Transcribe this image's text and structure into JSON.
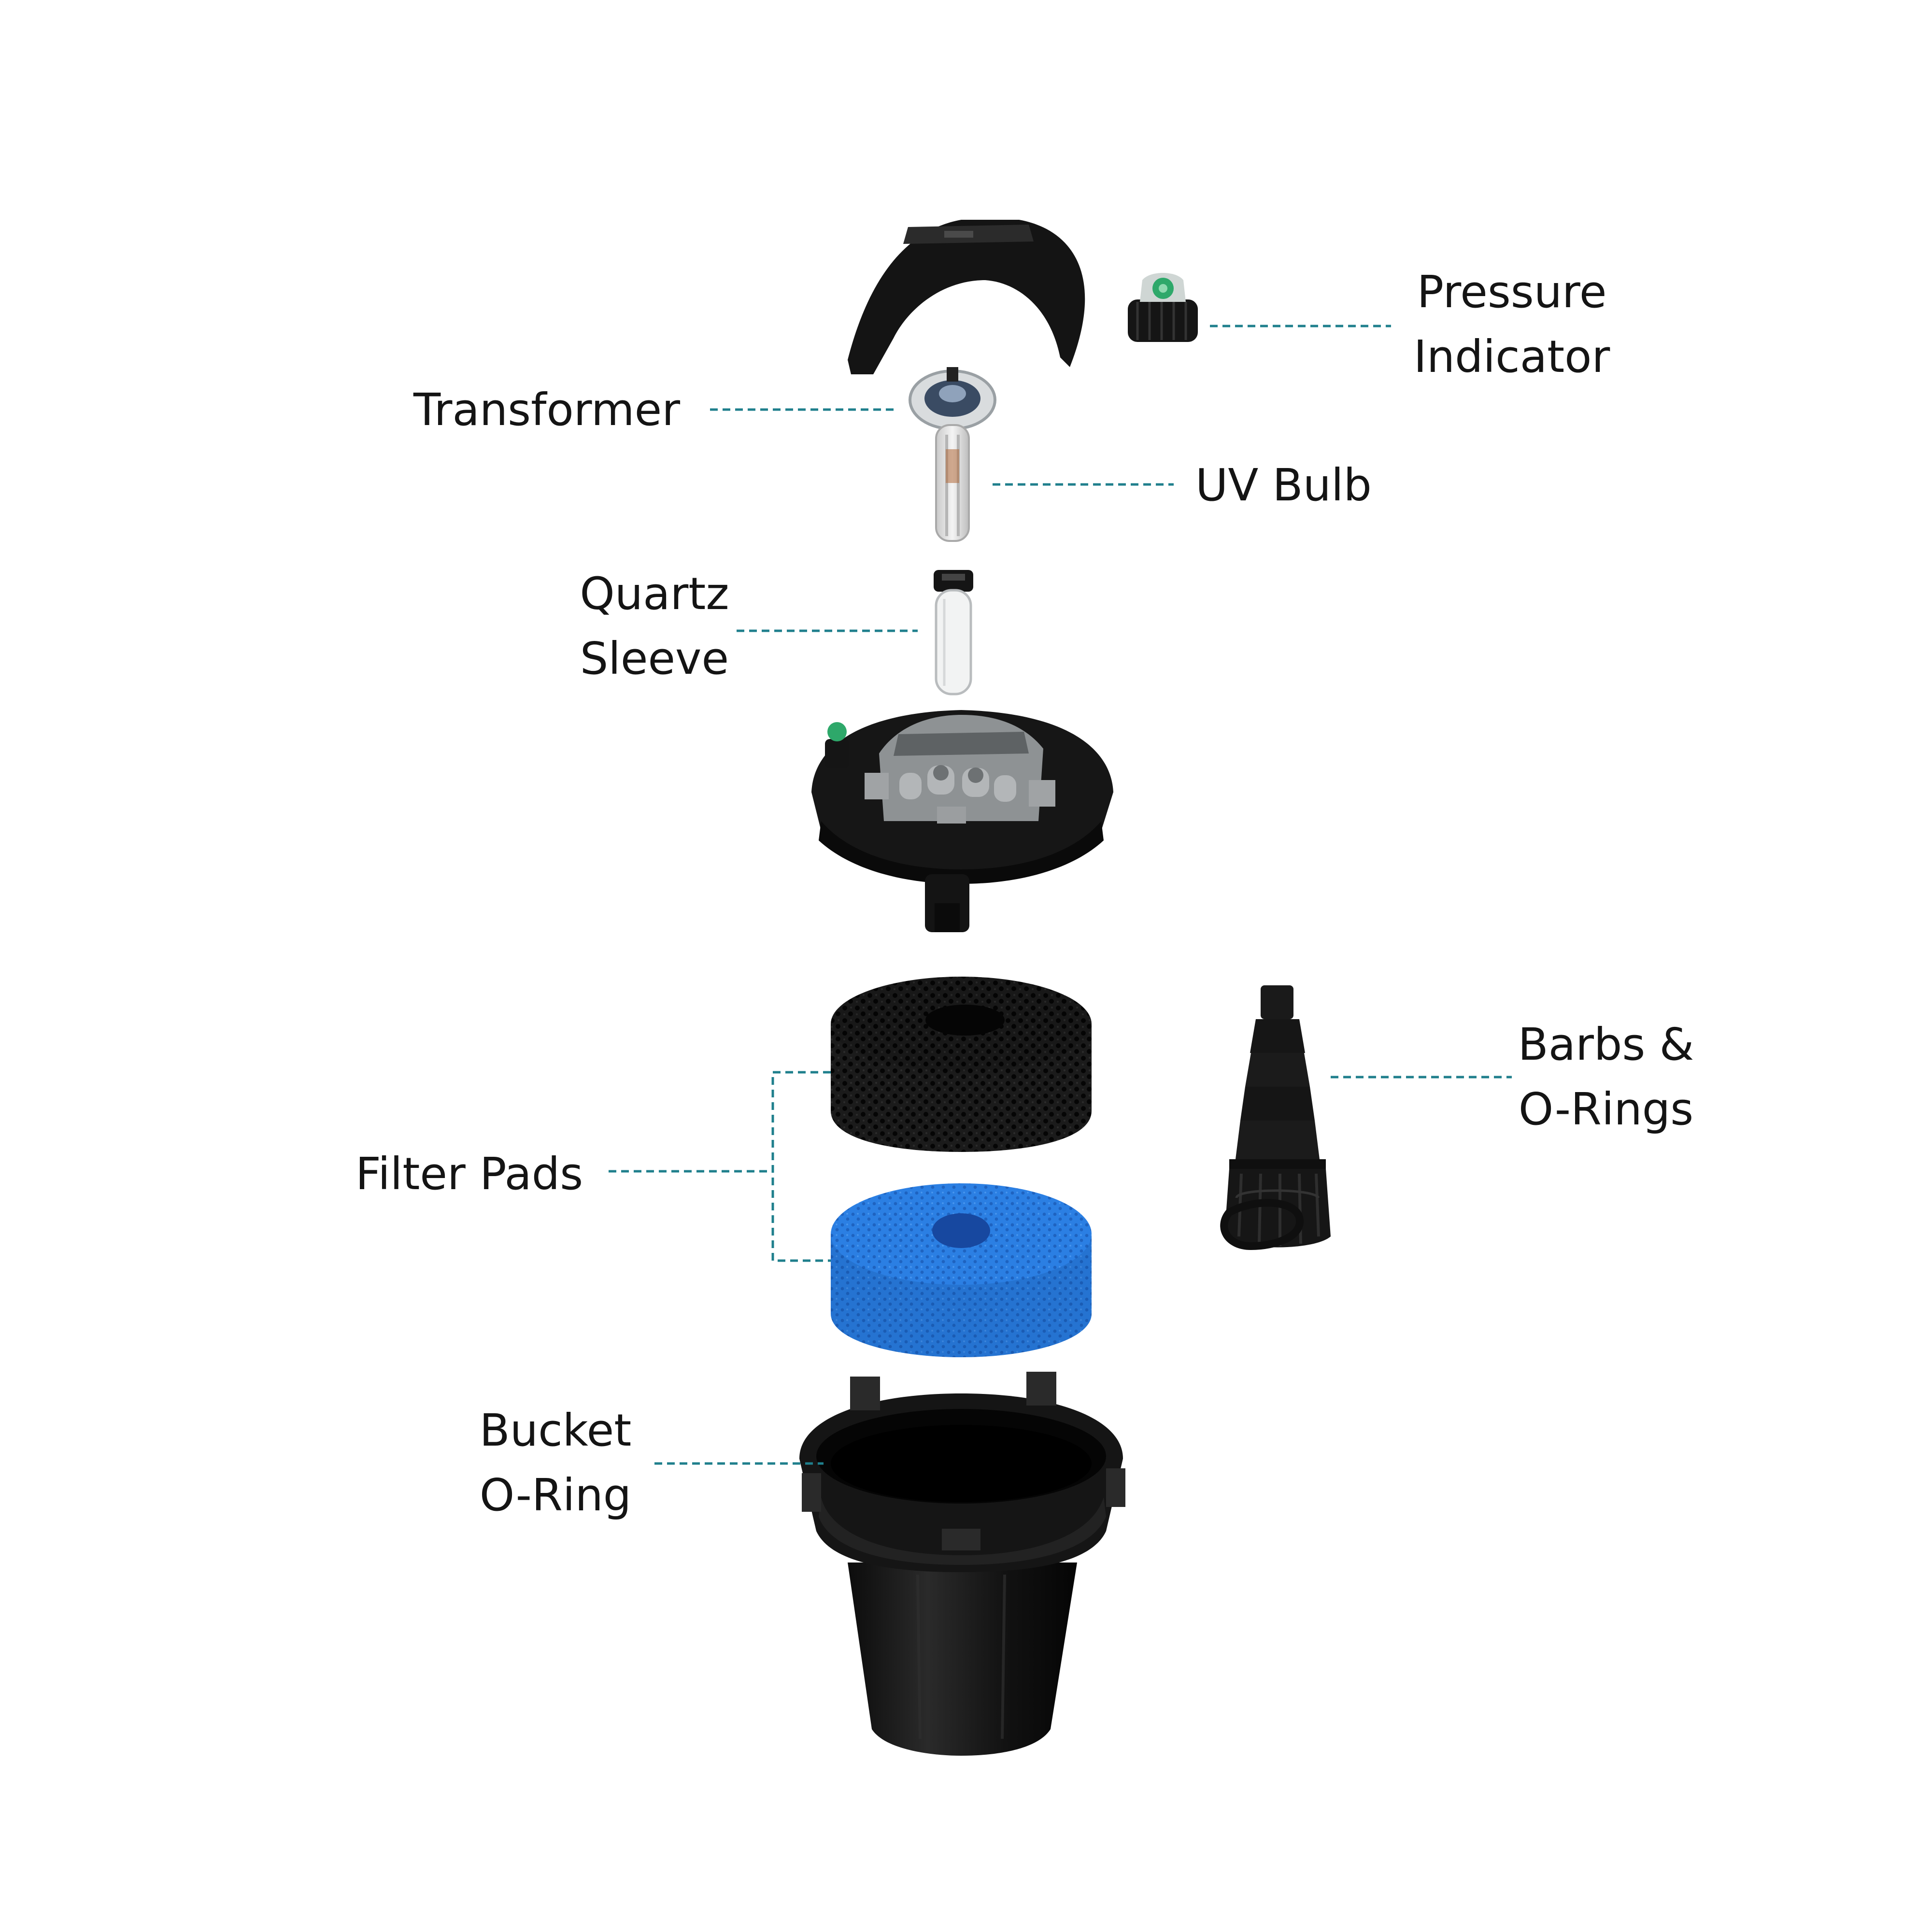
{
  "labels": {
    "pressure_indicator": [
      "Pressure",
      "Indicator"
    ],
    "transformer": "Transformer",
    "uv_bulb": "UV Bulb",
    "quartz_sleeve": [
      "Quartz",
      "Sleeve"
    ],
    "barbs_orings": [
      "Barbs &",
      "O-Rings"
    ],
    "filter_pads": "Filter Pads",
    "bucket_oring": [
      "Bucket",
      "O-Ring"
    ]
  },
  "colors": {
    "leader_line": "#1f7f8c",
    "text": "#141414",
    "black_plastic": "#141414",
    "blue_foam": "#2a7fe0",
    "gauge_green": "#2ea86a"
  }
}
